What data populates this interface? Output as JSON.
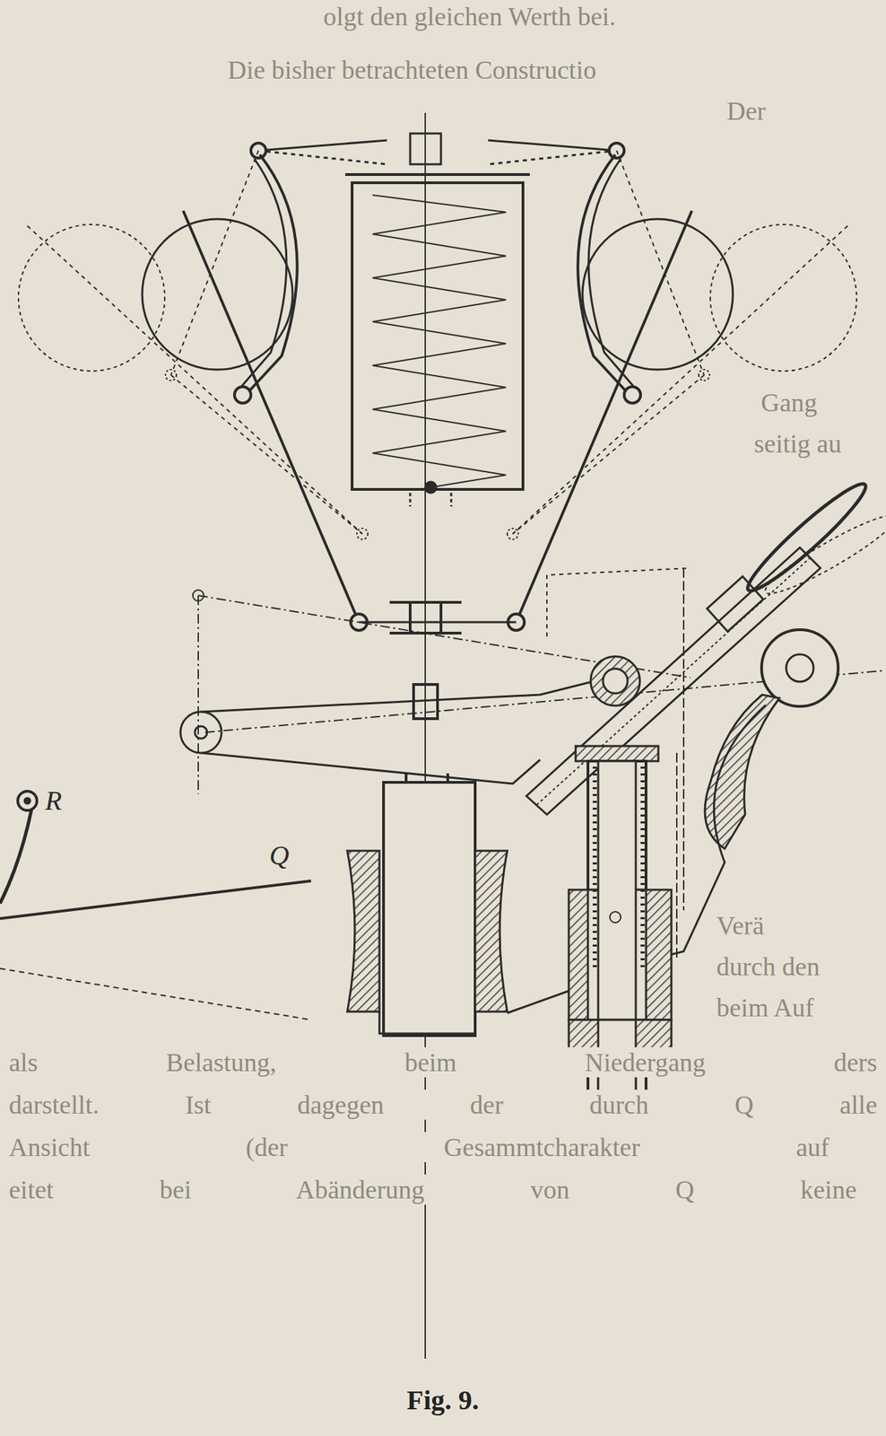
{
  "diagram": {
    "caption": "Fig. 9.",
    "labels": [
      "olgt den gleichen Werth bei.",
      "Die bisher betrachteten Constructio",
      "Der",
      "Gang",
      "seitig au",
      "R",
      "Q",
      "Verä",
      "durch den",
      "beim Auf",
      "als Belastung, beim Niedergang ders",
      "darstellt. Ist dagegen der durch Q alle",
      "Ansicht (der Gesammtcharakter auf",
      "eitet bei Abänderung von Q keine"
    ]
  }
}
